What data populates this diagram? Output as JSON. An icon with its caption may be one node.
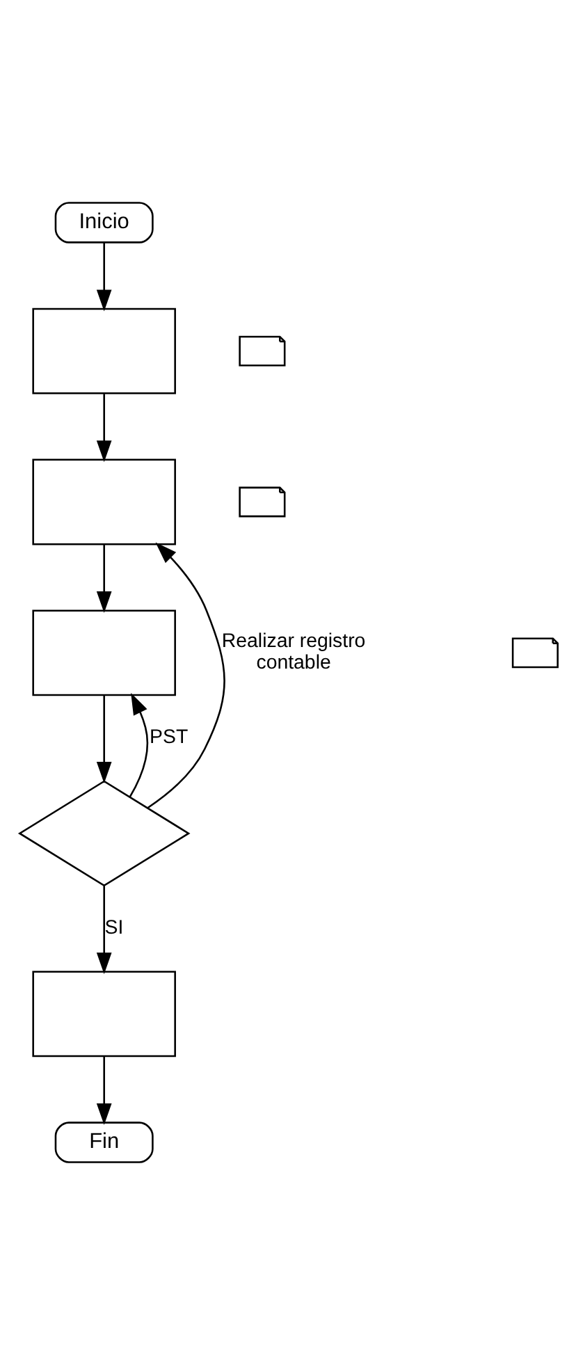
{
  "diagram": {
    "nodes": [
      {
        "text": [
          "Inicio"
        ]
      },
      {
        "text": [],
        "shape": "document"
      },
      {
        "text": [],
        "shape": "box"
      },
      {
        "text": [],
        "shape": "box"
      },
      {
        "text": [],
        "shape": "document"
      },
      {
        "text": [],
        "shape": "document"
      },
      {
        "text": [],
        "shape": "box"
      },
      {
        "text": [],
        "shape": "diamond"
      },
      {
        "text": [],
        "shape": "box"
      },
      {
        "text": [
          "Fin"
        ]
      }
    ],
    "edges": [
      {
        "from": 0,
        "to": 2,
        "arrow": "to"
      },
      {
        "from": 2,
        "to": 3,
        "arrow": "to"
      },
      {
        "from": 3,
        "to": 6,
        "arrow": "to"
      },
      {
        "from": 7,
        "to": 3,
        "arrow": "to",
        "label": "Realizar registro contable"
      },
      {
        "from": 6,
        "to": 7,
        "arrow": "to"
      },
      {
        "from": 7,
        "to": 6,
        "arrow": "to",
        "label": "PST"
      },
      {
        "from": 7,
        "to": 8,
        "arrow": "to",
        "label": "SI"
      },
      {
        "from": 8,
        "to": 9,
        "arrow": "to"
      }
    ]
  }
}
